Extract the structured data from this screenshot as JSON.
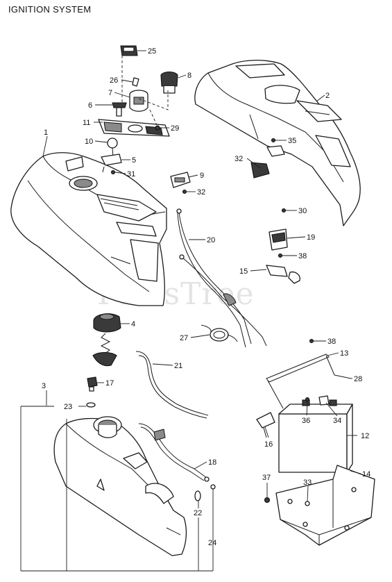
{
  "title": "IGNITION SYSTEM",
  "watermark": "PartsTree",
  "callouts": {
    "c1": "1",
    "c2": "2",
    "c3": "3",
    "c4": "4",
    "c5": "5",
    "c6": "6",
    "c7": "7",
    "c8": "8",
    "c9": "9",
    "c10": "10",
    "c11": "11",
    "c12": "12",
    "c13": "13",
    "c14": "14",
    "c15": "15",
    "c16": "16",
    "c17": "17",
    "c18": "18",
    "c19": "19",
    "c20": "20",
    "c21": "21",
    "c22": "22",
    "c23": "23",
    "c24": "24",
    "c25": "25",
    "c26": "26",
    "c27": "27",
    "c28": "28",
    "c29": "29",
    "c30": "30",
    "c31": "31",
    "c32a": "32",
    "c32b": "32",
    "c33": "33",
    "c34": "34",
    "c35": "35",
    "c36": "36",
    "c37": "37",
    "c38a": "38",
    "c38b": "38"
  }
}
